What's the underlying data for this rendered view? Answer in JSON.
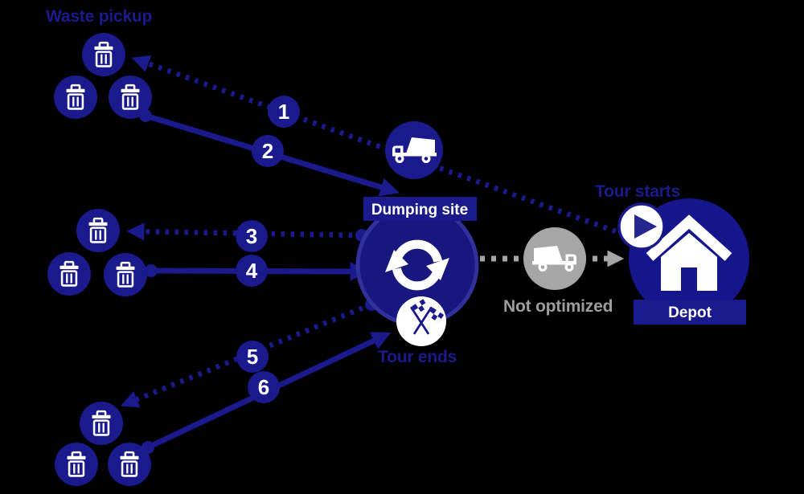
{
  "labels": {
    "waste_pickup": "Waste pickup",
    "tour_starts": "Tour starts",
    "tour_ends": "Tour ends",
    "not_optimized": "Not optimized",
    "dumping_site": "Dumping site",
    "depot": "Depot"
  },
  "steps": [
    {
      "label": "1",
      "line": "dotted"
    },
    {
      "label": "2",
      "line": "solid"
    },
    {
      "label": "3",
      "line": "dotted"
    },
    {
      "label": "4",
      "line": "solid"
    },
    {
      "label": "5",
      "line": "dotted"
    },
    {
      "label": "6",
      "line": "solid"
    }
  ],
  "pickup_clusters": [
    {
      "name": "top",
      "bins": 3
    },
    {
      "name": "middle",
      "bins": 3
    },
    {
      "name": "bottom",
      "bins": 3
    }
  ],
  "icons": [
    "trash-bin-icon",
    "garbage-truck-icon",
    "sync-icon",
    "checkered-flags-icon",
    "play-icon",
    "house-icon"
  ],
  "colors": {
    "navy": "#1a1a8c",
    "navy_ring": "#31319e",
    "gray": "#a6a6a6",
    "gray_text": "#9d9d9d",
    "white": "#ffffff",
    "background": "#000000"
  }
}
